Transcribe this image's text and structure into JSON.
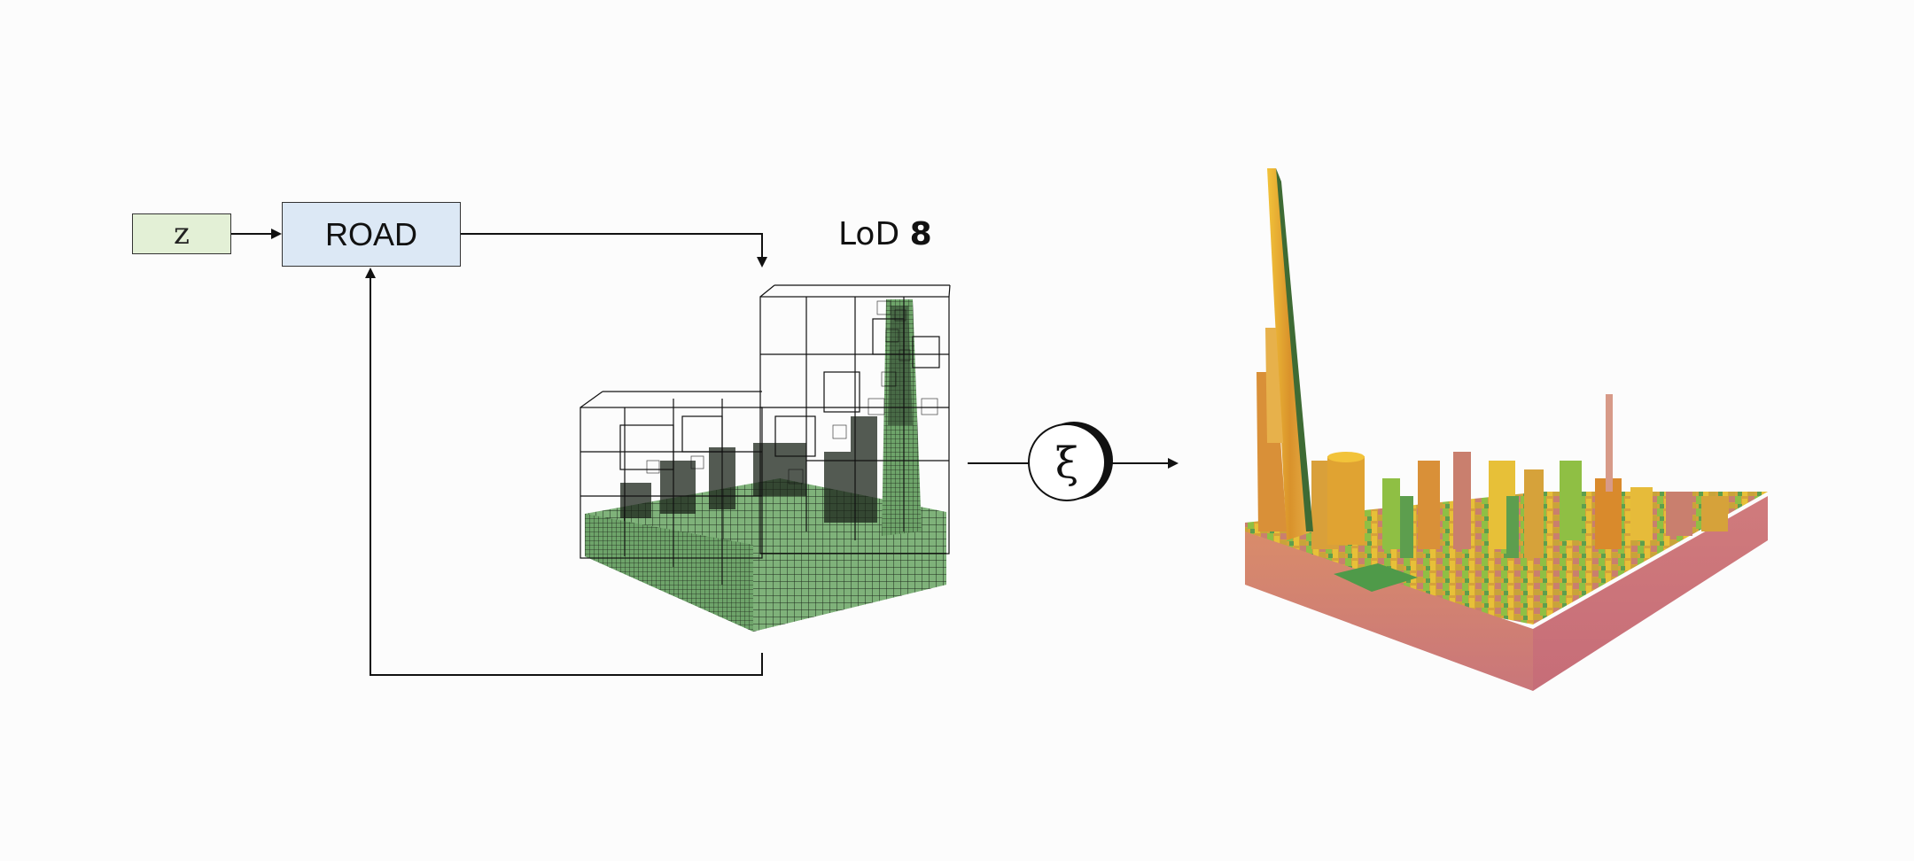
{
  "diagram": {
    "input_label": "z",
    "model_label": "ROAD",
    "lod_prefix": "LoD",
    "lod_level": "8",
    "operator_symbol": "ξ"
  },
  "colors": {
    "input_fill": "#e3f0d6",
    "model_fill": "#dce8f5",
    "voxel_green": "#7fb27a",
    "wire_black": "#1a1a1a",
    "render_yellow": "#e0b226",
    "render_orange": "#d98a2c",
    "render_pink": "#cf7f78",
    "render_green": "#4f9a49"
  }
}
